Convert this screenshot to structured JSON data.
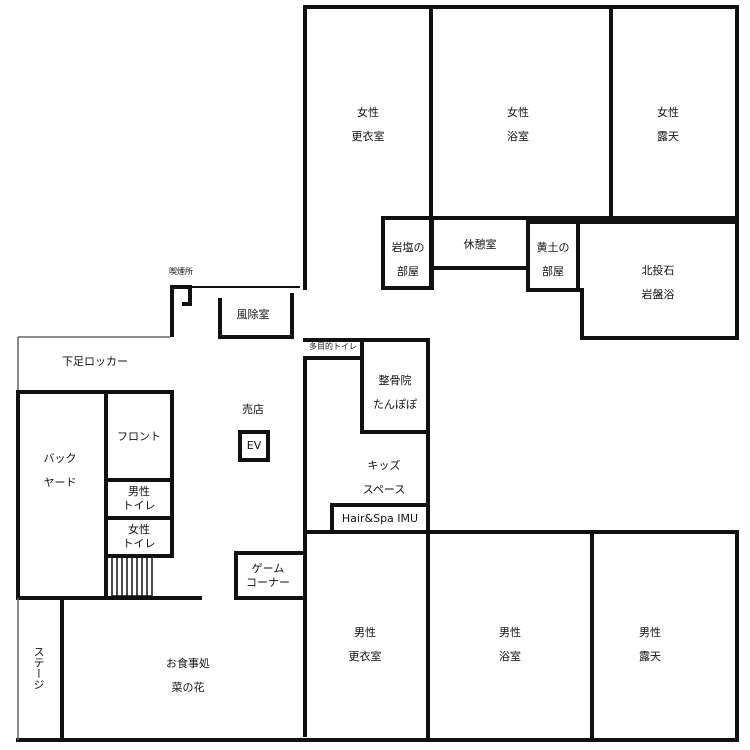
{
  "floor_plan": {
    "rooms": {
      "womens_changing": [
        "女性",
        "更衣室"
      ],
      "womens_bath": [
        "女性",
        "浴室"
      ],
      "womens_outdoor": [
        "女性",
        "露天"
      ],
      "rock_salt_room": [
        "岩塩の",
        "部屋"
      ],
      "rest_room": [
        "休憩室"
      ],
      "loess_room": [
        "黄土の",
        "部屋"
      ],
      "stone_bath": [
        "北投石",
        "岩盤浴"
      ],
      "smoking_area": [
        "喫煙所"
      ],
      "windbreak_room": [
        "風除室"
      ],
      "multipurpose_toilet": [
        "多目的トイレ"
      ],
      "shoe_lockers": [
        "下足ロッカー"
      ],
      "shop": [
        "売店"
      ],
      "elevator": [
        "EV"
      ],
      "osteopathy": [
        "整骨院",
        "たんぽぽ"
      ],
      "front_desk": [
        "フロント"
      ],
      "backyard": [
        "バック",
        "ヤード"
      ],
      "mens_toilet": [
        "男性",
        "トイレ"
      ],
      "womens_toilet": [
        "女性",
        "トイレ"
      ],
      "kids_space": [
        "キッズ",
        "スペース"
      ],
      "hair_spa": [
        "Hair&Spa IMU"
      ],
      "game_corner": [
        "ゲーム",
        "コーナー"
      ],
      "stage": [
        "ステージ"
      ],
      "restaurant": [
        "お食事処",
        "菜の花"
      ],
      "mens_changing": [
        "男性",
        "更衣室"
      ],
      "mens_bath": [
        "男性",
        "浴室"
      ],
      "mens_outdoor": [
        "男性",
        "露天"
      ]
    }
  }
}
